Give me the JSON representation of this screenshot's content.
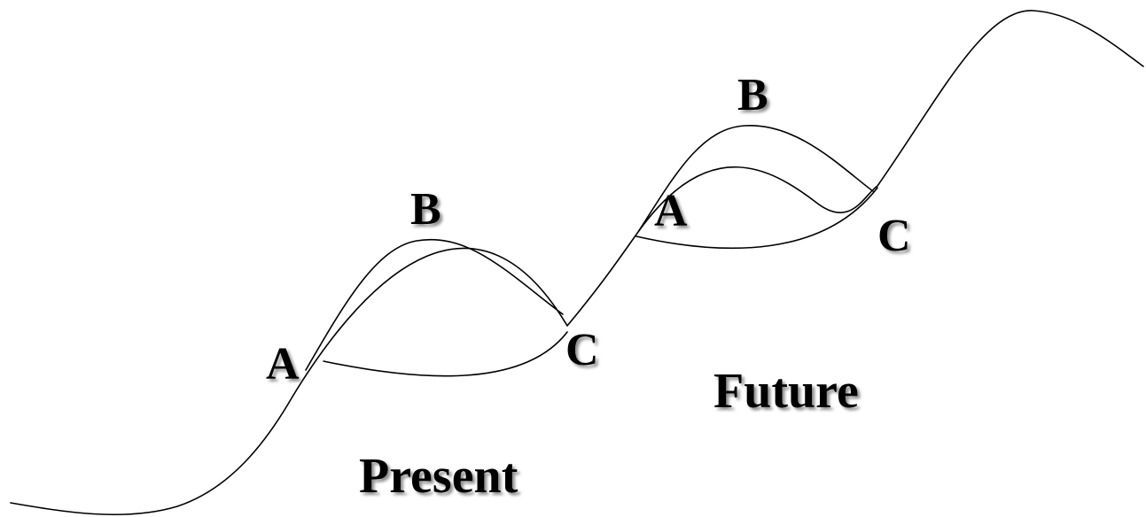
{
  "colors": {
    "background": "#ffffff",
    "ink": "#000000"
  },
  "labels": {
    "present_a": "A",
    "present_b": "B",
    "present_c": "C",
    "future_a": "A",
    "future_b": "B",
    "future_c": "C",
    "present": "Present",
    "future": "Future"
  }
}
